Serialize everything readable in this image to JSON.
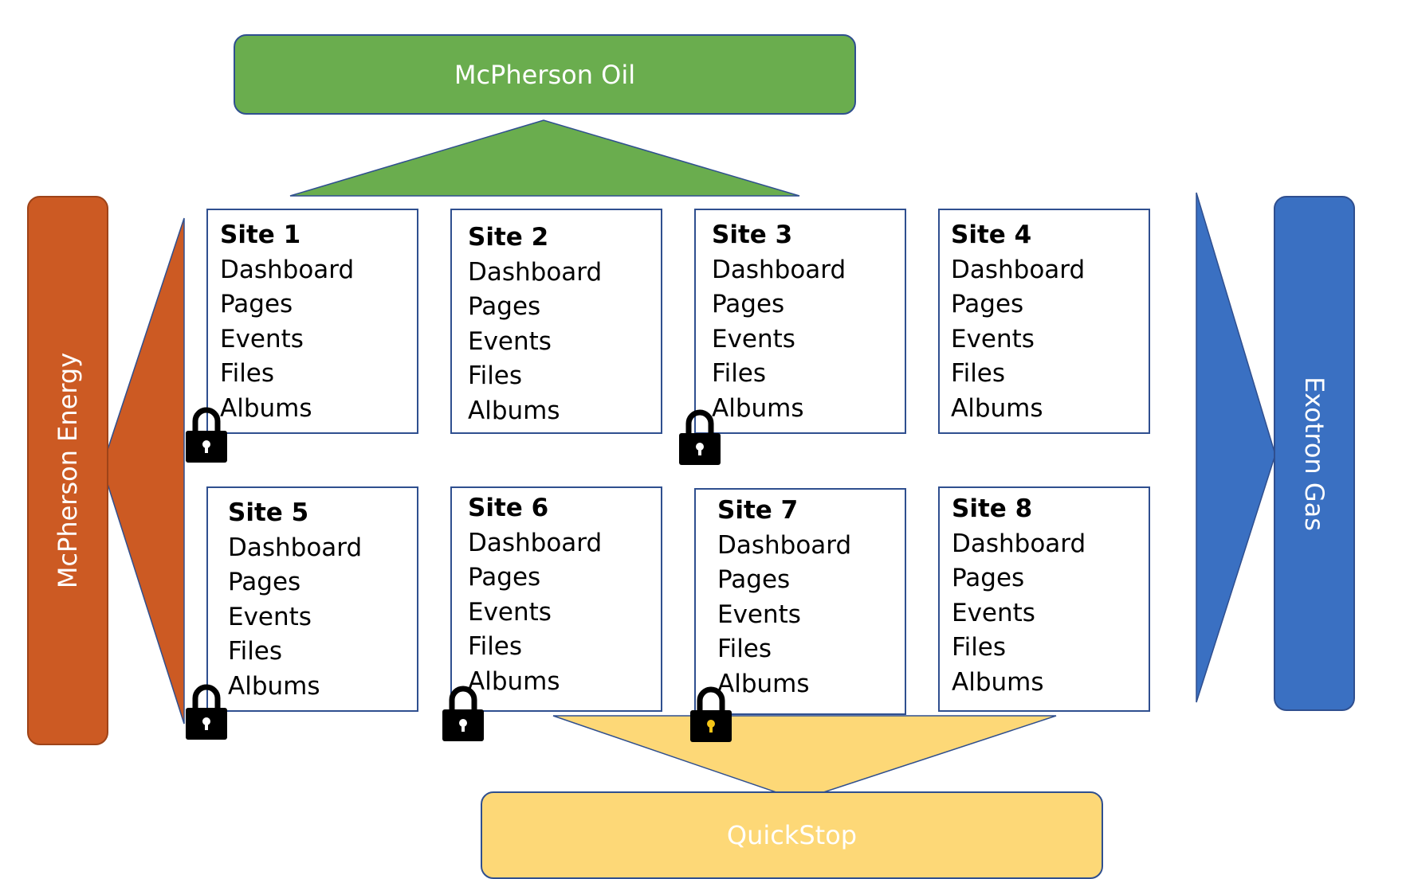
{
  "orgs": {
    "top": "McPherson Oil",
    "left": "McPherson Energy",
    "right": "Exotron Gas",
    "bottom": "QuickStop"
  },
  "colors": {
    "top": "#6aad4e",
    "left": "#cc5a23",
    "right": "#3a70c2",
    "bottom": "#fdd877",
    "outline": "#2f4f8f",
    "lock_body": "#000000",
    "lock_keyhole_default": "#ffffff",
    "lock_keyhole_highlight": "#f5c518"
  },
  "sites": [
    {
      "title": "Site 1",
      "items": [
        "Dashboard",
        "Pages",
        "Events",
        "Files",
        "Albums"
      ],
      "locked": true
    },
    {
      "title": "Site 2",
      "items": [
        "Dashboard",
        "Pages",
        "Events",
        "Files",
        "Albums"
      ],
      "locked": false
    },
    {
      "title": "Site 3",
      "items": [
        "Dashboard",
        "Pages",
        "Events",
        "Files",
        "Albums"
      ],
      "locked": true
    },
    {
      "title": "Site 4",
      "items": [
        "Dashboard",
        "Pages",
        "Events",
        "Files",
        "Albums"
      ],
      "locked": false
    },
    {
      "title": "Site 5",
      "items": [
        "Dashboard",
        "Pages",
        "Events",
        "Files",
        "Albums"
      ],
      "locked": true
    },
    {
      "title": "Site 6",
      "items": [
        "Dashboard",
        "Pages",
        "Events",
        "Files",
        "Albums"
      ],
      "locked": true
    },
    {
      "title": "Site 7",
      "items": [
        "Dashboard",
        "Pages",
        "Events",
        "Files",
        "Albums"
      ],
      "locked": true,
      "keyhole": "highlight"
    },
    {
      "title": "Site 8",
      "items": [
        "Dashboard",
        "Pages",
        "Events",
        "Files",
        "Albums"
      ],
      "locked": false
    }
  ]
}
